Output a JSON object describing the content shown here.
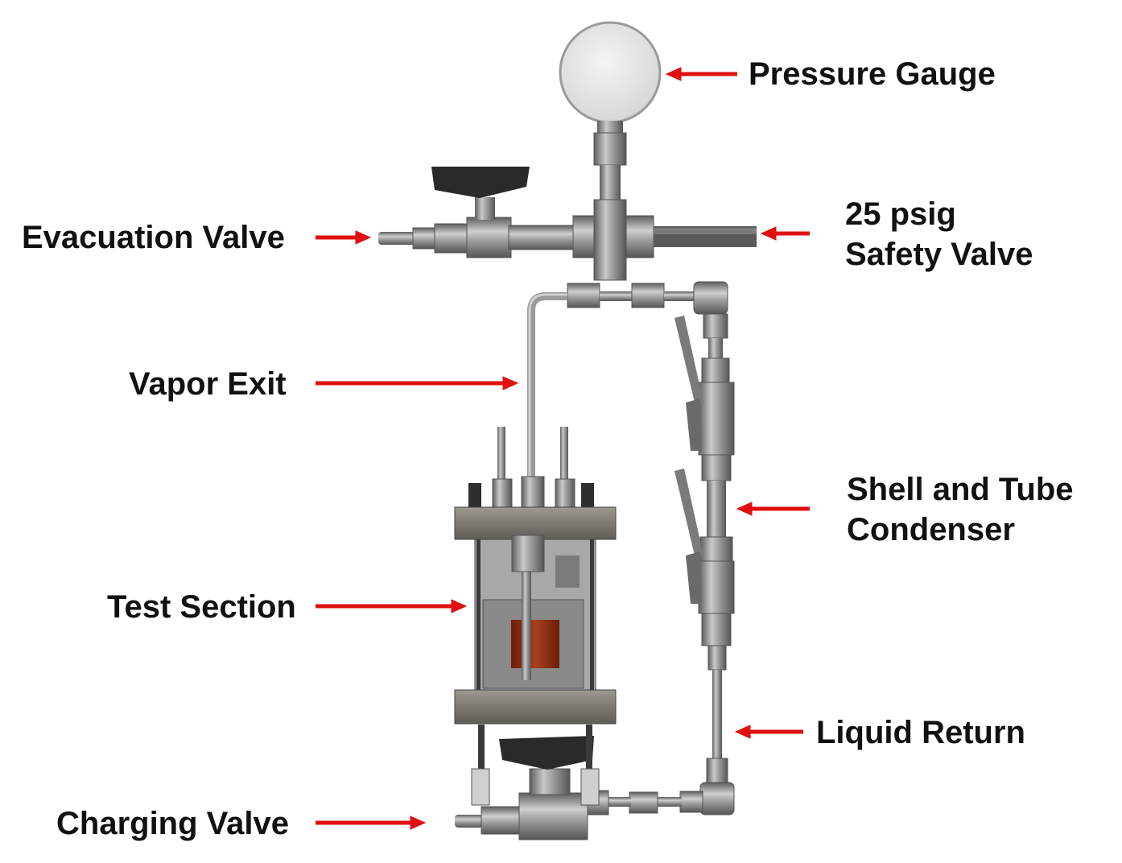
{
  "labels": {
    "pressure_gauge": "Pressure Gauge",
    "evacuation_valve": "Evacuation Valve",
    "safety_valve_line1": "25 psig",
    "safety_valve_line2": "Safety Valve",
    "vapor_exit": "Vapor Exit",
    "shell_tube_line1": "Shell and Tube",
    "shell_tube_line2": "Condenser",
    "test_section": "Test Section",
    "liquid_return": "Liquid Return",
    "charging_valve": "Charging Valve"
  },
  "colors": {
    "arrow": "#e01010",
    "steel": "#8c8c8c",
    "dark_handle": "#2a2a2a",
    "copper": "#8a2a10"
  }
}
